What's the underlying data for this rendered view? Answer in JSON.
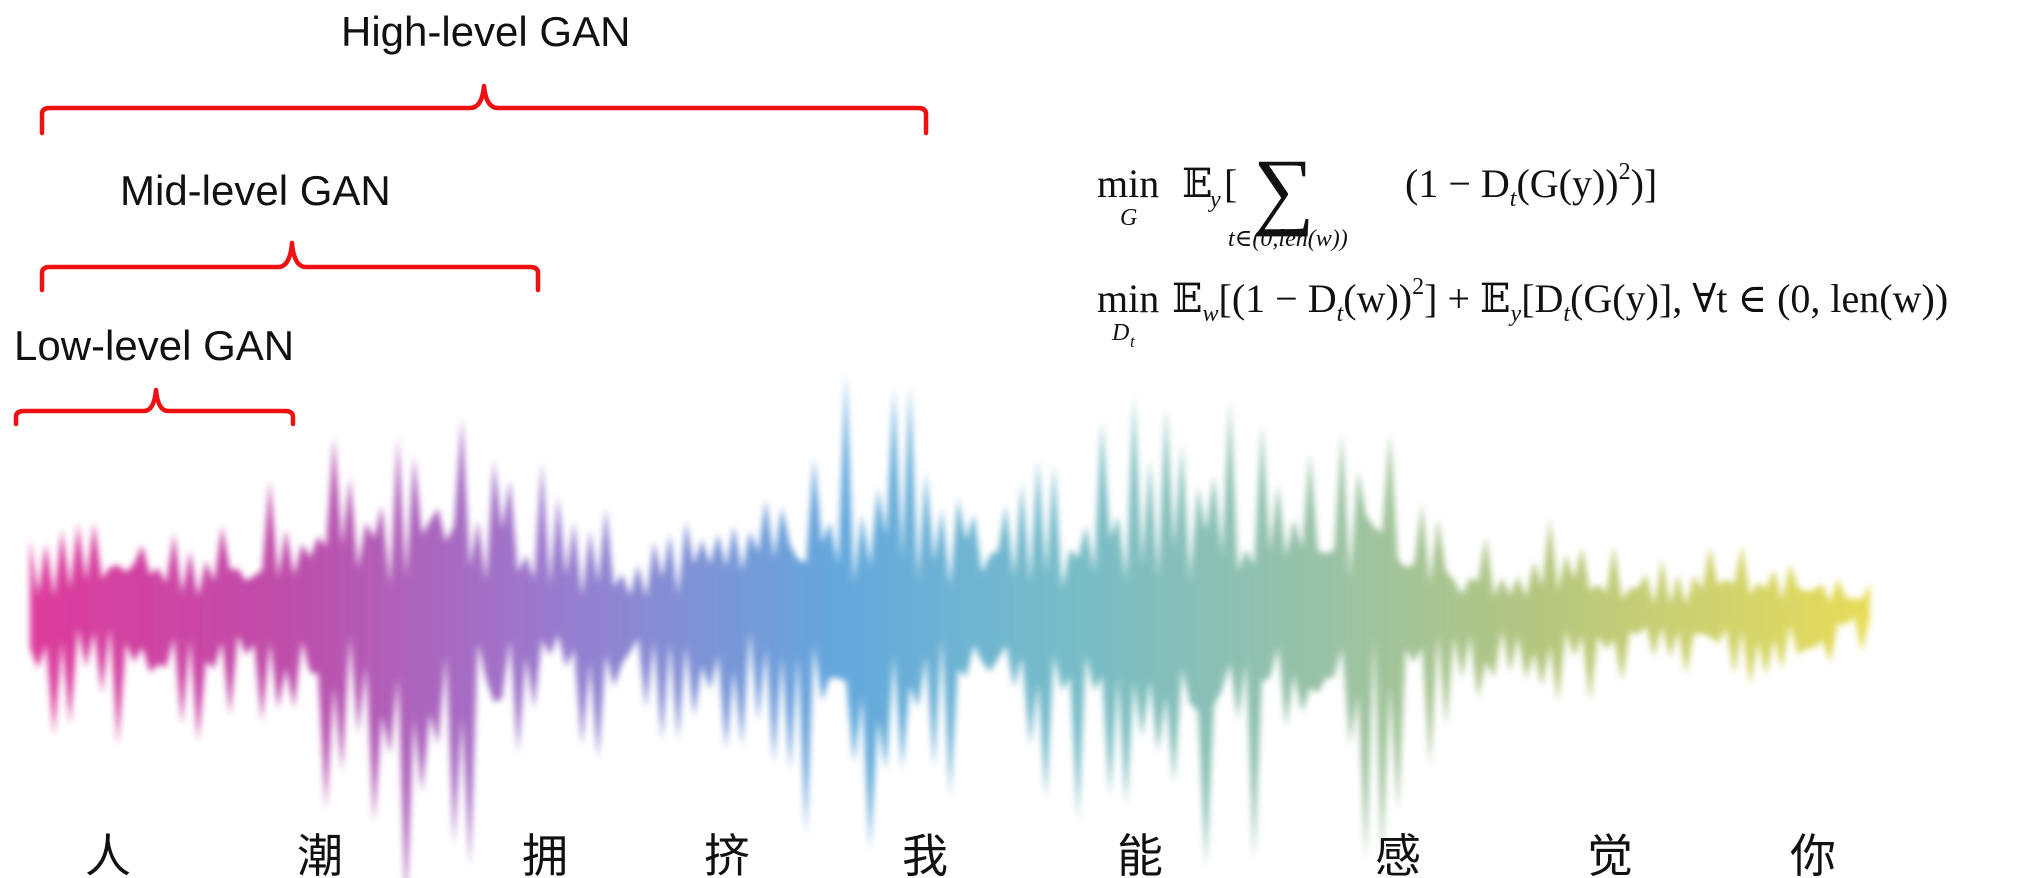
{
  "levels": {
    "high": {
      "label": "High-level GAN",
      "color": "#ee1111"
    },
    "mid": {
      "label": "Mid-level GAN",
      "color": "#ee1111"
    },
    "low": {
      "label": "Low-level GAN",
      "color": "#ee1111"
    }
  },
  "formulas": {
    "generator": {
      "op": "min",
      "op_sub": "G",
      "expect": "𝔼",
      "expect_sub": "y",
      "bracket_open": "[",
      "sum": "∑",
      "sum_sub": "t∈(0,len(w))",
      "body": "(1 − D",
      "body_sub": "t",
      "body_rest": "(G(y))",
      "power": "2",
      "close": ")]"
    },
    "discriminator": {
      "op": "min",
      "op_sub": "D",
      "op_sub_sub": "t",
      "expect": "𝔼",
      "expect_sub": "w",
      "part1": "[(1 − D",
      "part1_sub": "t",
      "part1_rest": "(w))",
      "power": "2",
      "part2": "] + ",
      "expect2_sub": "y",
      "part3": "[D",
      "part3_sub": "t",
      "part3_rest": "(G(y)], ∀t ∈ (0, len(w))"
    }
  },
  "characters": [
    "人",
    "潮",
    "拥",
    "挤",
    "我",
    "能",
    "感",
    "觉",
    "你"
  ],
  "waveform": {
    "gradient_colors": [
      "#d81b8a",
      "#a347b4",
      "#8a63c6",
      "#4a9ad8",
      "#5fb1c0",
      "#86b898",
      "#a9bd6a",
      "#c9cc55",
      "#e3d63a"
    ]
  }
}
